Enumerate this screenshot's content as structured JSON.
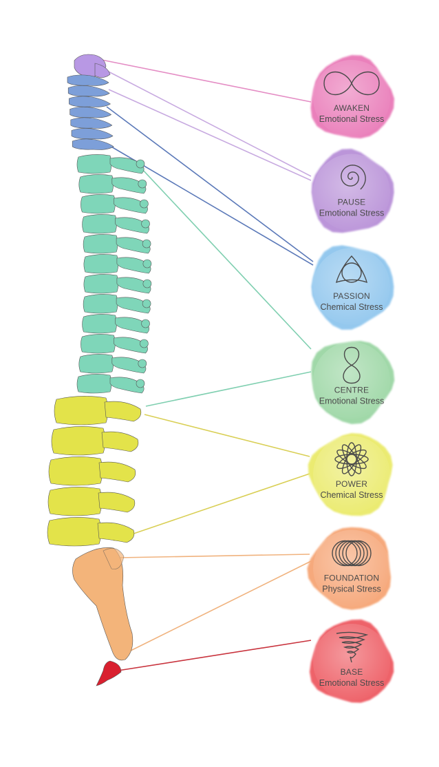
{
  "diagram": {
    "nodes": [
      {
        "id": "awaken",
        "title": "AWAKEN",
        "subtitle": "Emotional Stress",
        "color": "#e97ab8",
        "line_color": "#e48cc4",
        "icon": "infinity-icon"
      },
      {
        "id": "pause",
        "title": "PAUSE",
        "subtitle": "Emotional Stress",
        "color": "#b890d8",
        "line_color": "#c7a9e0",
        "icon": "spiral-icon"
      },
      {
        "id": "passion",
        "title": "PASSION",
        "subtitle": "Chemical Stress",
        "color": "#8fc6ee",
        "line_color": "#5a78b8",
        "icon": "triquetra-icon"
      },
      {
        "id": "centre",
        "title": "CENTRE",
        "subtitle": "Emotional Stress",
        "color": "#9bd6a4",
        "line_color": "#7fcfb0",
        "icon": "figure-eight-icon"
      },
      {
        "id": "power",
        "title": "POWER",
        "subtitle": "Chemical Stress",
        "color": "#eaea6a",
        "line_color": "#d9cf55",
        "icon": "flower-icon"
      },
      {
        "id": "foundation",
        "title": "FOUNDATION",
        "subtitle": "Physical Stress",
        "color": "#f6a574",
        "line_color": "#f0b27d",
        "icon": "interlocking-rings-icon"
      },
      {
        "id": "base",
        "title": "BASE",
        "subtitle": "Emotional Stress",
        "color": "#ee5a62",
        "line_color": "#c8323c",
        "icon": "coil-icon"
      }
    ],
    "spine_sections": [
      {
        "name": "skull-base",
        "color": "#b898e4"
      },
      {
        "name": "cervical",
        "color": "#7d9fd9"
      },
      {
        "name": "thoracic",
        "color": "#7fd6b9"
      },
      {
        "name": "lumbar",
        "color": "#e3e34a"
      },
      {
        "name": "sacrum",
        "color": "#f3b47a"
      },
      {
        "name": "coccyx",
        "color": "#d9202f"
      }
    ]
  }
}
